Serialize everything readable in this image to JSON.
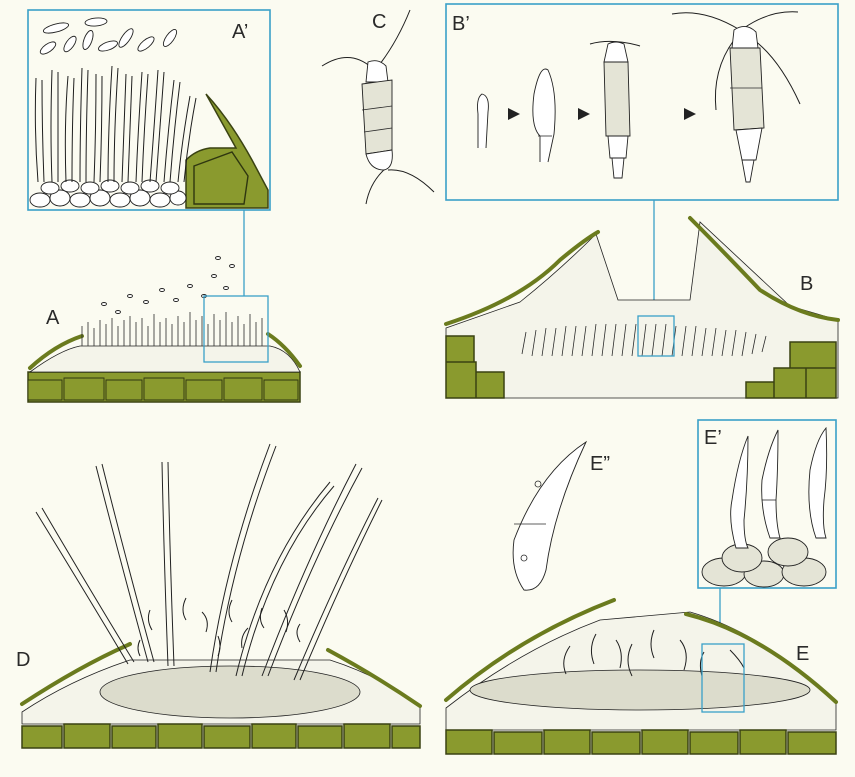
{
  "figure": {
    "panels": [
      {
        "id": "A",
        "label": "A"
      },
      {
        "id": "A_inset",
        "label": "A’"
      },
      {
        "id": "B",
        "label": "B"
      },
      {
        "id": "B_inset",
        "label": "B’"
      },
      {
        "id": "C",
        "label": "C"
      },
      {
        "id": "D",
        "label": "D"
      },
      {
        "id": "E",
        "label": "E"
      },
      {
        "id": "E_inset",
        "label": "E’"
      },
      {
        "id": "E_spore",
        "label": "E”"
      }
    ]
  },
  "colors": {
    "background": "#fbfbf1",
    "host_tissue": "#8a9a2e",
    "cuticle": "#6b7b1e",
    "inset_frame": "#3aa0c8",
    "ink": "#1e1e1e"
  }
}
